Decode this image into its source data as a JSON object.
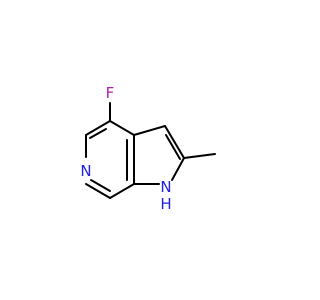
{
  "molecule": {
    "atoms": {
      "fluorine": {
        "symbol": "F",
        "color": "#B01FAF"
      },
      "pyridine_nitrogen": {
        "symbol": "N",
        "color": "#2020E0"
      },
      "pyrrole_nitrogen": {
        "symbol": "N",
        "color": "#2020E0"
      },
      "pyrrole_hydrogen": {
        "symbol": "H",
        "color": "#2020E0"
      }
    },
    "bond_color": "#000000"
  }
}
